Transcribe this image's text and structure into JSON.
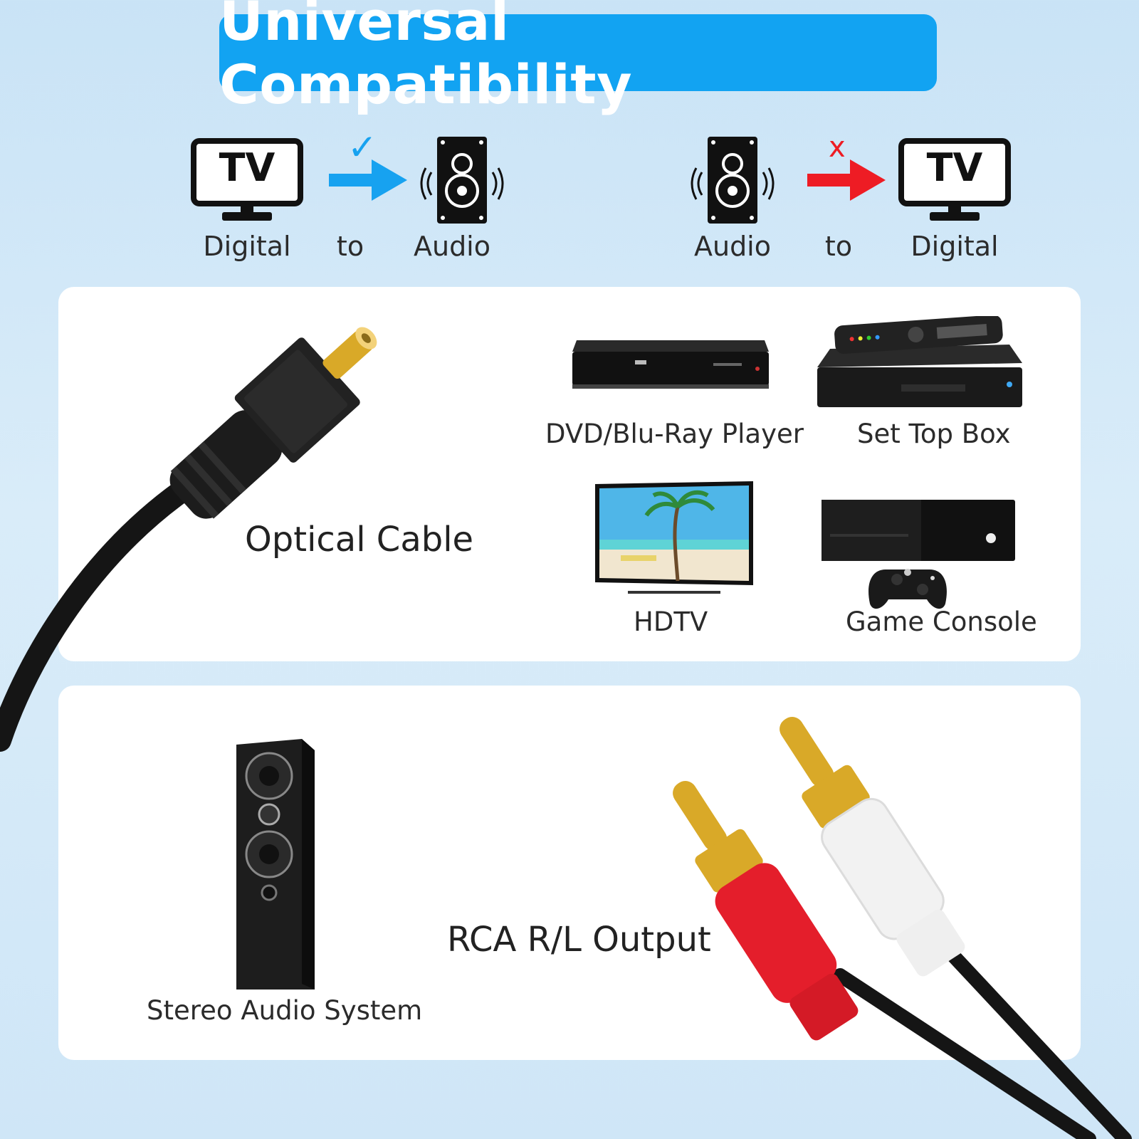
{
  "header": {
    "title": "Universal Compatibility"
  },
  "flow_supported": {
    "source_label": "Digital",
    "connector_label": "to",
    "target_label": "Audio",
    "source_icon_text": "TV",
    "status_mark": "✓",
    "arrow_color": "#17a2f0"
  },
  "flow_unsupported": {
    "source_label": "Audio",
    "connector_label": "to",
    "target_label": "Digital",
    "target_icon_text": "TV",
    "status_mark": "x",
    "arrow_color": "#ee1c24"
  },
  "optical_section": {
    "cable_label": "Optical Cable",
    "devices": [
      {
        "label": "DVD/Blu-Ray Player",
        "icon": "bluray-player-icon"
      },
      {
        "label": "Set Top Box",
        "icon": "set-top-box-icon"
      },
      {
        "label": "HDTV",
        "icon": "hdtv-icon"
      },
      {
        "label": "Game Console",
        "icon": "game-console-icon"
      }
    ]
  },
  "rca_section": {
    "output_label": "RCA R/L Output",
    "device_label": "Stereo Audio System",
    "device_icon": "tower-speaker-icon"
  },
  "colors": {
    "accent_blue": "#12a3f2",
    "error_red": "#ee1c24",
    "rca_red": "#e41e2b",
    "rca_white": "#f2f2f2",
    "gold": "#d9a928"
  }
}
